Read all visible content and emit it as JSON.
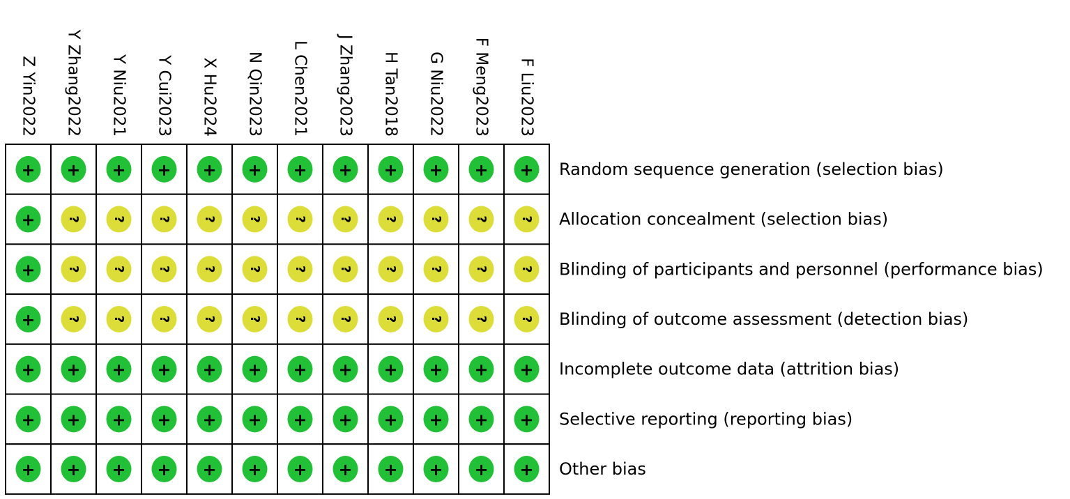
{
  "chart_data": {
    "type": "table",
    "title": "",
    "studies": [
      "Z Yin2022",
      "Y Zhang2022",
      "Y Niu2021",
      "Y Cui2023",
      "X Hu2024",
      "N Qin2023",
      "L Chen2021",
      "J Zhang2023",
      "H Tan2018",
      "G Niu2022",
      "F Meng2023",
      "F Liu2023"
    ],
    "domains": [
      "Random sequence generation (selection bias)",
      "Allocation concealment (selection bias)",
      "Blinding of participants and personnel (performance bias)",
      "Blinding of outcome assessment (detection bias)",
      "Incomplete outcome data (attrition bias)",
      "Selective reporting (reporting bias)",
      "Other bias"
    ],
    "judgements": [
      [
        "+",
        "+",
        "+",
        "+",
        "+",
        "+",
        "+",
        "+",
        "+",
        "+",
        "+",
        "+"
      ],
      [
        "+",
        "?",
        "?",
        "?",
        "?",
        "?",
        "?",
        "?",
        "?",
        "?",
        "?",
        "?"
      ],
      [
        "+",
        "?",
        "?",
        "?",
        "?",
        "?",
        "?",
        "?",
        "?",
        "?",
        "?",
        "?"
      ],
      [
        "+",
        "?",
        "?",
        "?",
        "?",
        "?",
        "?",
        "?",
        "?",
        "?",
        "?",
        "?"
      ],
      [
        "+",
        "+",
        "+",
        "+",
        "+",
        "+",
        "+",
        "+",
        "+",
        "+",
        "+",
        "+"
      ],
      [
        "+",
        "+",
        "+",
        "+",
        "+",
        "+",
        "+",
        "+",
        "+",
        "+",
        "+",
        "+"
      ],
      [
        "+",
        "+",
        "+",
        "+",
        "+",
        "+",
        "+",
        "+",
        "+",
        "+",
        "+",
        "+"
      ]
    ],
    "colors": {
      "low_risk": "#22c036",
      "unclear_risk": "#dddd3a"
    }
  }
}
